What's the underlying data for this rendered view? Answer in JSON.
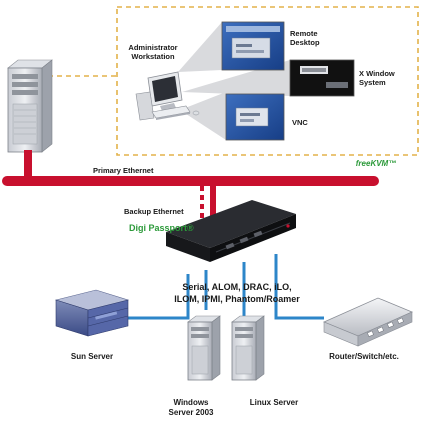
{
  "labels": {
    "admin_line1": "Administrator",
    "admin_line2": "Workstation",
    "remote_line1": "Remote",
    "remote_line2": "Desktop",
    "xwin_line1": "X Window",
    "xwin_line2": "System",
    "vnc": "VNC",
    "freekvm": "freeKVM™",
    "primary_ethernet": "Primary Ethernet",
    "backup_ethernet": "Backup Ethernet",
    "digi_passport": "Digi Passport®",
    "protocols_line1": "Serial, ALOM, DRAC, iLO,",
    "protocols_line2": "ILOM, IPMI, Phantom/Roamer",
    "sun_server": "Sun Server",
    "windows_line1": "Windows",
    "windows_line2": "Server 2003",
    "linux_server": "Linux Server",
    "router": "Router/Switch/etc."
  },
  "colors": {
    "ethernet": "#c8102e",
    "link": "#2d86c9",
    "dashed_box": "#e3b24a",
    "accent_green": "#2c9a3a"
  }
}
